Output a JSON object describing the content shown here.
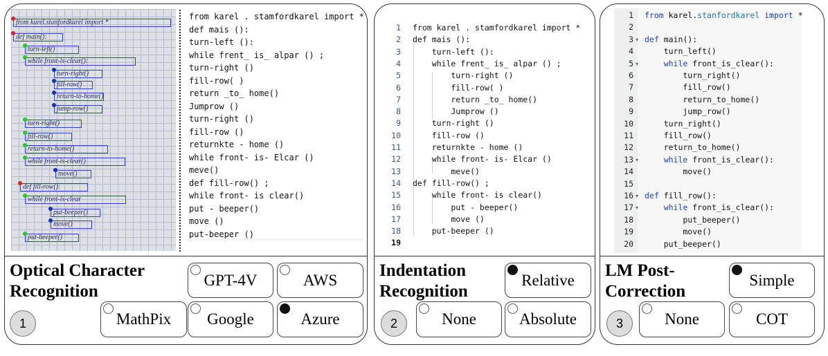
{
  "panel1": {
    "title_line1": "Optical Character",
    "title_line2": "Recognition",
    "step": "1",
    "options": {
      "gpt4v": "GPT-4V",
      "aws": "AWS",
      "mathpix": "MathPix",
      "google": "Google",
      "azure": "Azure"
    },
    "selected": "Azure",
    "handwriting": [
      "from karel.stanfordkarel import *",
      "def main():",
      "turn-left()",
      "while front-is-clear():",
      "turn-right()",
      "fill-row()",
      "return-to-home()",
      "jump-row()",
      "turn-right()",
      "fill-row()",
      "return-to-home()",
      "while front-is-clear()",
      "move()",
      "def fill-row():",
      "while front-is-clear",
      "put-beeper()",
      "move()",
      "put-beeper()"
    ],
    "ocr_lines": [
      "from karel . stamfordkarel import *",
      "def mais ():",
      "turn-left ():",
      "while frent_ is_ alpar () ;",
      "turn-right ()",
      "fill-row( )",
      "return _to_ home()",
      "Jumprow ()",
      "turn-right ()",
      "fill-row ()",
      "returnkte - home ()",
      "while front- is- Elcar ()",
      "meve()",
      "def fill-row() ;",
      "while front- is clear()",
      "put - beeper()",
      "move ()",
      "put-beeper ()"
    ]
  },
  "panel2": {
    "title_line1": "Indentation",
    "title_line2": "Recognition",
    "step": "2",
    "options": {
      "relative": "Relative",
      "none": "None",
      "absolute": "Absolute"
    },
    "selected": "Relative",
    "code": [
      {
        "n": "1",
        "t": "from karel . stamfordkarel import *"
      },
      {
        "n": "2",
        "t": "def mais ():"
      },
      {
        "n": "3",
        "t": "    turn-left ():"
      },
      {
        "n": "4",
        "t": "    while frent_ is_ alpar () ;"
      },
      {
        "n": "5",
        "t": "        turn-right ()"
      },
      {
        "n": "6",
        "t": "        fill-row( )"
      },
      {
        "n": "7",
        "t": "        return _to_ home()"
      },
      {
        "n": "8",
        "t": "        Jumprow ()"
      },
      {
        "n": "9",
        "t": "    turn-right ()"
      },
      {
        "n": "10",
        "t": "    fill-row ()"
      },
      {
        "n": "11",
        "t": "    returnkte - home ()"
      },
      {
        "n": "12",
        "t": "    while front- is- Elcar ()"
      },
      {
        "n": "13",
        "t": "        meve()"
      },
      {
        "n": "14",
        "t": "def fill-row() ;"
      },
      {
        "n": "15",
        "t": "    while front- is clear()"
      },
      {
        "n": "16",
        "t": "        put - beeper()"
      },
      {
        "n": "17",
        "t": "        move ()"
      },
      {
        "n": "18",
        "t": "    put-beeper ()"
      },
      {
        "n": "19",
        "t": ""
      }
    ]
  },
  "panel3": {
    "title_line1": "LM Post-",
    "title_line2": "Correction",
    "step": "3",
    "options": {
      "simple": "Simple",
      "none": "None",
      "cot": "COT"
    },
    "selected": "Simple",
    "code": [
      {
        "n": "1",
        "t": "from karel.stanfordkarel import *"
      },
      {
        "n": "2",
        "t": ""
      },
      {
        "n": "3",
        "t": "def main():"
      },
      {
        "n": "4",
        "t": "    turn_left()"
      },
      {
        "n": "5",
        "t": "    while front_is_clear():"
      },
      {
        "n": "6",
        "t": "        turn_right()"
      },
      {
        "n": "7",
        "t": "        fill_row()"
      },
      {
        "n": "8",
        "t": "        return_to_home()"
      },
      {
        "n": "9",
        "t": "        jump_row()"
      },
      {
        "n": "10",
        "t": "    turn_right()"
      },
      {
        "n": "11",
        "t": "    fill_row()"
      },
      {
        "n": "12",
        "t": "    return_to_home()"
      },
      {
        "n": "13",
        "t": "    while front_is_clear():"
      },
      {
        "n": "14",
        "t": "        move()"
      },
      {
        "n": "15",
        "t": ""
      },
      {
        "n": "16",
        "t": "def fill_row():"
      },
      {
        "n": "17",
        "t": "    while front_is_clear():"
      },
      {
        "n": "18",
        "t": "        put_beeper()"
      },
      {
        "n": "19",
        "t": "        move()"
      },
      {
        "n": "20",
        "t": "    put_beeper()"
      }
    ]
  }
}
